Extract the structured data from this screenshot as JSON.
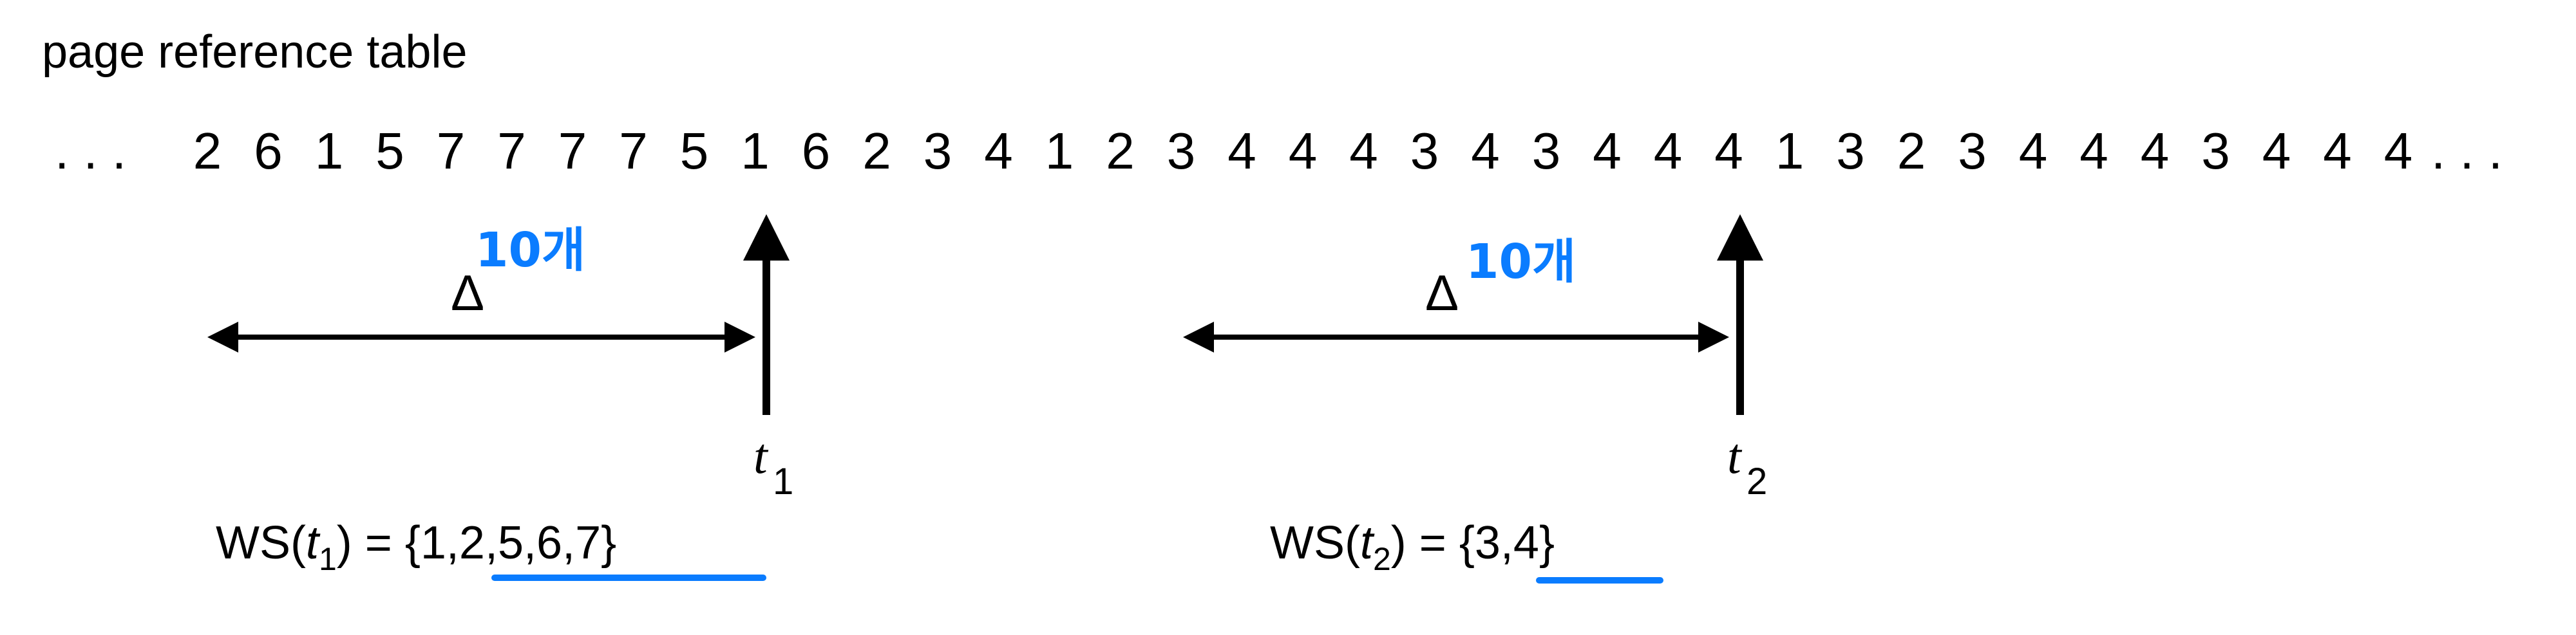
{
  "title": "page reference table",
  "ellipsis_left": ". . .",
  "ellipsis_right": ". . .",
  "references": [
    "2",
    "6",
    "1",
    "5",
    "7",
    "7",
    "7",
    "7",
    "5",
    "1",
    "6",
    "2",
    "3",
    "4",
    "1",
    "2",
    "3",
    "4",
    "4",
    "4",
    "3",
    "4",
    "3",
    "4",
    "4",
    "4",
    "1",
    "3",
    "2",
    "3",
    "4",
    "4",
    "4",
    "3",
    "4",
    "4",
    "4"
  ],
  "windows": [
    {
      "delta": "Δ",
      "annotation": "10개",
      "t_label": "t",
      "t_sub": "1",
      "ws_prefix": "WS(",
      "ws_mid": ") = ",
      "ws_set": "{1,2,5,6,7}"
    },
    {
      "delta": "Δ",
      "annotation": "10개",
      "t_label": "t",
      "t_sub": "2",
      "ws_prefix": "WS(",
      "ws_mid": ") = ",
      "ws_set": "{3,4}"
    }
  ],
  "colors": {
    "ink": "#000000",
    "annotation": "#0a7cff"
  }
}
